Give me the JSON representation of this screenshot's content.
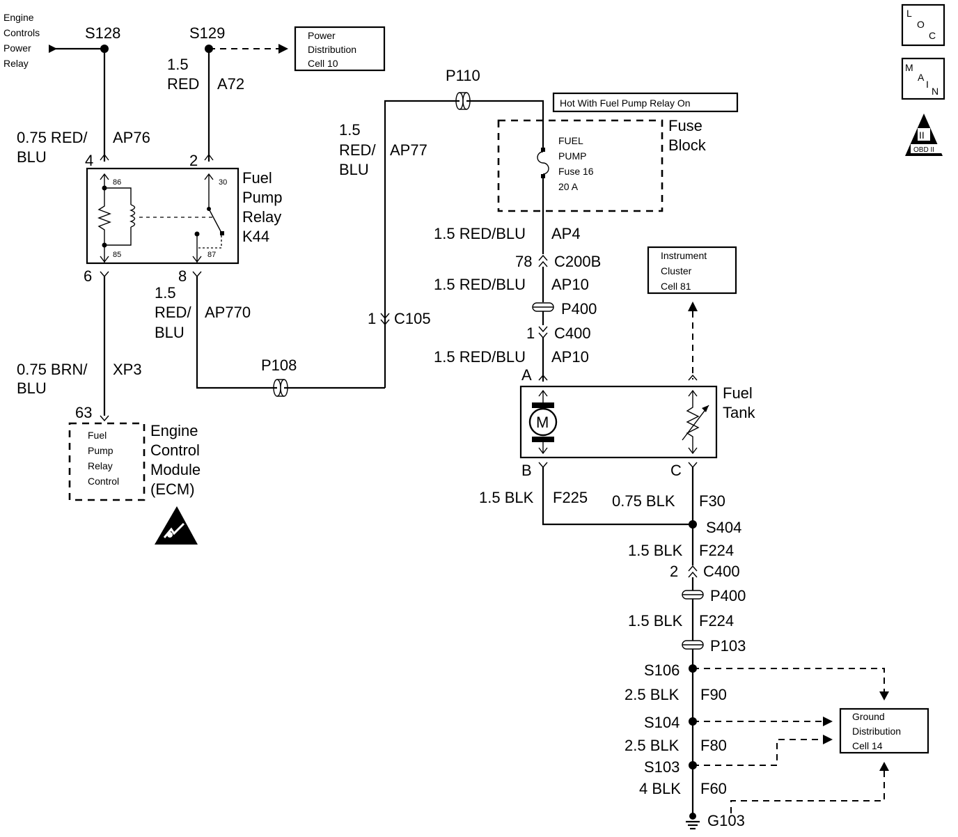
{
  "upper_left": {
    "ecpr_lines": [
      "Engine",
      "Controls",
      "Power",
      "Relay"
    ],
    "s128": "S128",
    "s129": "S129",
    "pdc_lines": [
      "Power",
      "Distribution",
      "Cell 10"
    ],
    "w1_gauge": "1.5",
    "w1_color": "RED",
    "w1_circuit": "A72",
    "w2_line1": "0.75 RED/",
    "w2_line2": "BLU",
    "w2_circuit": "AP76",
    "pin4": "4",
    "pin2": "2"
  },
  "relay": {
    "name_lines": [
      "Fuel",
      "Pump",
      "Relay",
      "K44"
    ],
    "t86": "86",
    "t85": "85",
    "t30": "30",
    "t87": "87",
    "pin6": "6",
    "pin8": "8"
  },
  "mid_left": {
    "w3_gauge": "1.5",
    "w3_color1": "RED/",
    "w3_color2": "BLU",
    "w3_circuit": "AP770",
    "w4_line1": "0.75 BRN/",
    "w4_line2": "BLU",
    "w4_circuit": "XP3",
    "p108": "P108"
  },
  "ecm": {
    "pin63": "63",
    "inner_lines": [
      "Fuel",
      "Pump",
      "Relay",
      "Control"
    ],
    "name_lines": [
      "Engine",
      "Control",
      "Module",
      "(ECM)"
    ]
  },
  "feed": {
    "p110": "P110",
    "w5_gauge": "1.5",
    "w5_color1": "RED/",
    "w5_color2": "BLU",
    "w5_circuit": "AP77",
    "c105_pin": "1",
    "c105": "C105"
  },
  "fuse_block": {
    "hot_label": "Hot With Fuel Pump Relay On",
    "name_lines": [
      "Fuse",
      "Block"
    ],
    "fuse_lines": [
      "FUEL",
      "PUMP",
      "Fuse 16",
      "20 A"
    ]
  },
  "tank_feed": {
    "w6": "1.5 RED/BLU",
    "w6_circuit": "AP4",
    "c200b_pin": "78",
    "c200b": "C200B",
    "w7": "1.5 RED/BLU",
    "w7_circuit": "AP10",
    "p400": "P400",
    "c400_pin": "1",
    "c400": "C400",
    "w8": "1.5 RED/BLU",
    "w8_circuit": "AP10"
  },
  "cluster": {
    "lines": [
      "Instrument",
      "Cluster",
      "Cell 81"
    ]
  },
  "tank": {
    "name_lines": [
      "Fuel",
      "Tank"
    ],
    "pinA": "A",
    "pinB": "B",
    "pinC": "C",
    "motor": "M"
  },
  "ground": {
    "w9": "1.5 BLK",
    "w9_circuit": "F225",
    "w10": "0.75 BLK",
    "w10_circuit": "F30",
    "s404": "S404",
    "w11": "1.5 BLK",
    "w11_circuit": "F224",
    "c400_pin": "2",
    "c400": "C400",
    "p400": "P400",
    "w12": "1.5 BLK",
    "w12_circuit": "F224",
    "p103": "P103",
    "s106": "S106",
    "w13": "2.5 BLK",
    "w13_circuit": "F90",
    "s104": "S104",
    "w14": "2.5 BLK",
    "w14_circuit": "F80",
    "s103": "S103",
    "w15": "4 BLK",
    "w15_circuit": "F60",
    "g103": "G103",
    "gdc_lines": [
      "Ground",
      "Distribution",
      "Cell 14"
    ]
  },
  "icons": {
    "loc": [
      "L",
      "O",
      "C"
    ],
    "main": [
      "M",
      "A",
      "I",
      "N"
    ],
    "obd_numeral": "II",
    "obd_label": "OBD II"
  }
}
